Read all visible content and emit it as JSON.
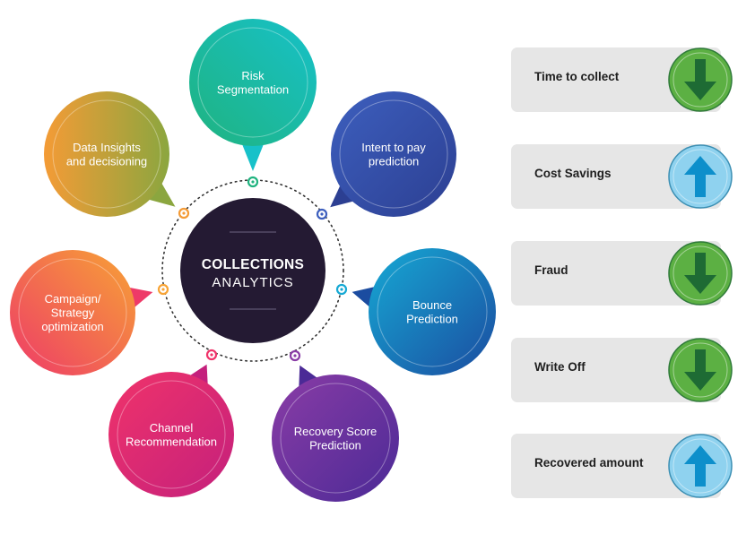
{
  "hub": {
    "title": "COLLECTIONS",
    "subtitle": "ANALYTICS"
  },
  "segments": [
    {
      "lines": [
        "Risk",
        "Segmentation"
      ],
      "icon": "bubble",
      "colors": [
        "#1fb37f",
        "#17c1c9"
      ]
    },
    {
      "lines": [
        "Intent to pay",
        "prediction"
      ],
      "icon": "bubble",
      "colors": [
        "#3d5fbe",
        "#2c3f92"
      ]
    },
    {
      "lines": [
        "Bounce",
        "Prediction"
      ],
      "icon": "bubble",
      "colors": [
        "#16a9d4",
        "#1b4ca0"
      ]
    },
    {
      "lines": [
        "Recovery Score",
        "Prediction"
      ],
      "icon": "bubble",
      "colors": [
        "#8a3ca6",
        "#4b2a96"
      ]
    },
    {
      "lines": [
        "Channel",
        "Recommendation"
      ],
      "icon": "bubble",
      "colors": [
        "#f0336a",
        "#c4207c"
      ]
    },
    {
      "lines": [
        "Campaign/",
        "Strategy",
        "optimization"
      ],
      "icon": "bubble",
      "colors": [
        "#f7a335",
        "#ee3a68"
      ]
    },
    {
      "lines": [
        "Data Insights",
        "and decisioning"
      ],
      "icon": "bubble",
      "colors": [
        "#f49b36",
        "#8ba63f"
      ]
    }
  ],
  "metrics": [
    {
      "label": "Time to collect",
      "direction": "down",
      "icon": "arrow-down-icon"
    },
    {
      "label": "Cost Savings",
      "direction": "up",
      "icon": "arrow-up-icon"
    },
    {
      "label": "Fraud",
      "direction": "down",
      "icon": "arrow-down-icon"
    },
    {
      "label": "Write Off",
      "direction": "down",
      "icon": "arrow-down-icon"
    },
    {
      "label": "Recovered amount",
      "direction": "up",
      "icon": "arrow-up-icon"
    }
  ],
  "colors": {
    "hub": "#241a33",
    "ring_dots": "#333333",
    "card_bg": "#e6e6e6",
    "arrow_down_bg": "#5cb043",
    "arrow_down_fill": "#1e6b34",
    "arrow_up_bg": "#8fd2ef",
    "arrow_up_fill": "#0d8fcb"
  }
}
